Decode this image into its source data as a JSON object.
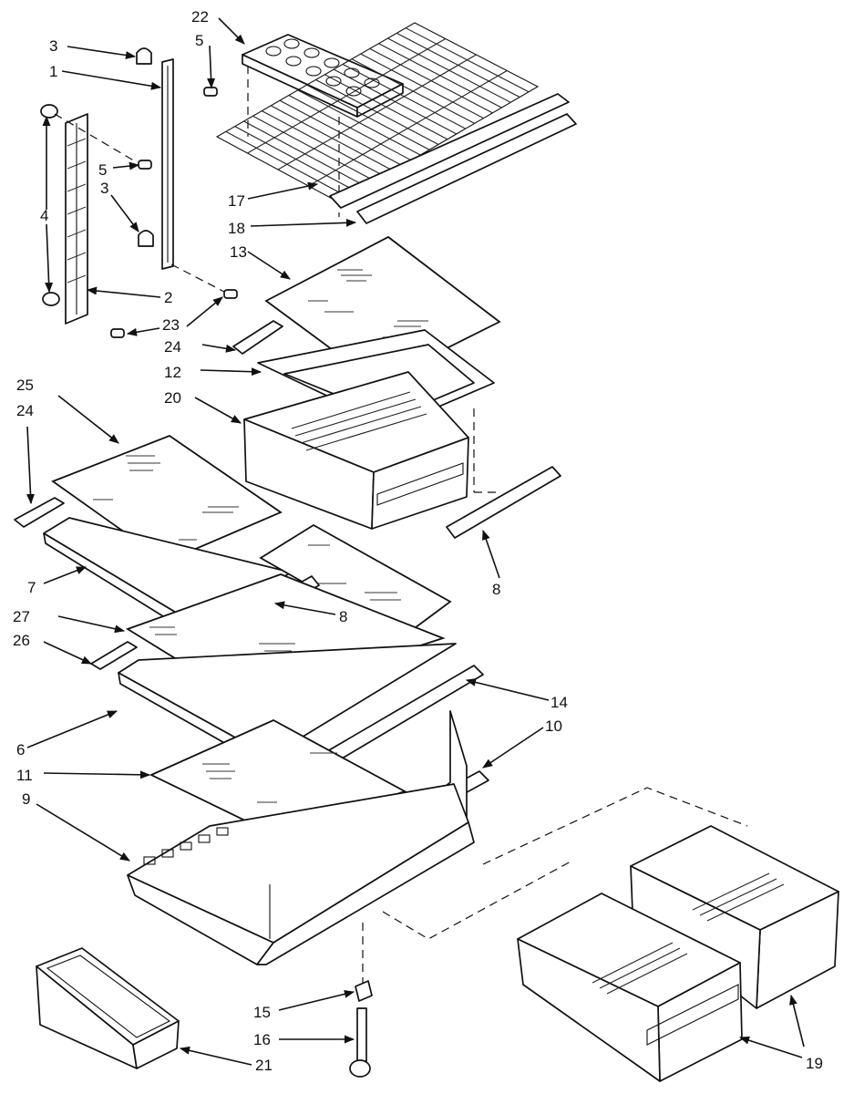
{
  "labels": {
    "l1": "1",
    "l2": "2",
    "l3a": "3",
    "l3b": "3",
    "l4": "4",
    "l5a": "5",
    "l5b": "5",
    "l6": "6",
    "l7": "7",
    "l8a": "8",
    "l8b": "8",
    "l9": "9",
    "l10": "10",
    "l11": "11",
    "l12": "12",
    "l13": "13",
    "l14": "14",
    "l15": "15",
    "l16": "16",
    "l17": "17",
    "l18": "18",
    "l19": "19",
    "l20": "20",
    "l21": "21",
    "l22": "22",
    "l23": "23",
    "l24a": "24",
    "l24b": "24",
    "l25": "25",
    "l26": "26",
    "l27": "27"
  }
}
